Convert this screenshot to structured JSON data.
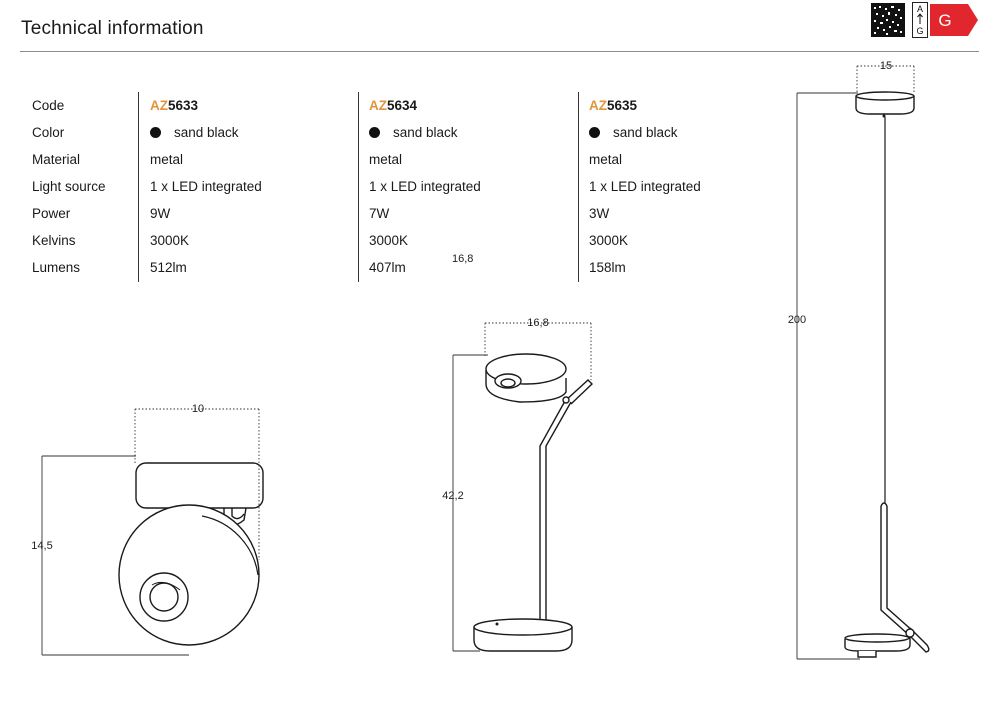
{
  "page": {
    "title": "Technical information",
    "energy_class": "G",
    "energy_scale_top": "A",
    "energy_scale_bottom": "G"
  },
  "spec_labels": [
    "Code",
    "Color",
    "Material",
    "Light source",
    "Power",
    "Kelvins",
    "Lumens"
  ],
  "products": [
    {
      "code_prefix": "AZ",
      "code_number": "5633",
      "color": "sand black",
      "material": "metal",
      "light_source": "1 x LED integrated",
      "power": "9W",
      "kelvins": "3000K",
      "lumens": "512lm"
    },
    {
      "code_prefix": "AZ",
      "code_number": "5634",
      "color": "sand black",
      "material": "metal",
      "light_source": "1 x LED integrated",
      "power": "7W",
      "kelvins": "3000K",
      "lumens": "407lm"
    },
    {
      "code_prefix": "AZ",
      "code_number": "5635",
      "color": "sand black",
      "material": "metal",
      "light_source": "1 x LED integrated",
      "power": "3W",
      "kelvins": "3000K",
      "lumens": "158lm"
    }
  ],
  "stray_dimension": "16,8",
  "dimensions": {
    "spot_width": "10",
    "spot_height": "14,5",
    "table_width": "16,8",
    "table_height": "42,2",
    "pendant_width": "15",
    "pendant_height": "200"
  },
  "colors": {
    "accent": "#e0953a",
    "energy_red": "#e1262d",
    "product_color": "#111111"
  }
}
